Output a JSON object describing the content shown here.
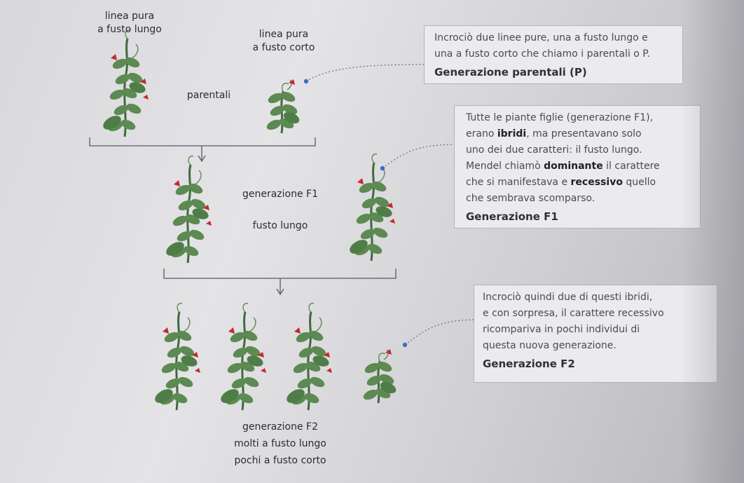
{
  "labels": {
    "linea_pura_1": "linea pura",
    "a_fusto_lungo": "a fusto lungo",
    "linea_pura_2": "linea pura",
    "a_fusto_corto": "a fusto corto",
    "parentali": "parentali",
    "generazione_f1": "generazione F1",
    "fusto_lungo": "fusto lungo",
    "generazione_f2": "generazione F2",
    "molti": "molti a fusto lungo",
    "pochi": "pochi a fusto corto"
  },
  "box_p": {
    "line1": "Incrociò due linee pure, una a fusto lungo e",
    "line2": "una a fusto corto che chiamo i parentali o P.",
    "title": "Generazione parentali (P)"
  },
  "box_f1": {
    "line1": "Tutte le piante figlie (generazione F1),",
    "line2_a": "erano ",
    "line2_b": "ibridi",
    "line2_c": ", ma presentavano solo",
    "line3": "uno dei due caratteri: il fusto lungo.",
    "line4_a": "Mendel chiamò ",
    "line4_b": "dominante",
    "line4_c": " il carattere",
    "line5_a": "che si manifestava e ",
    "line5_b": "recessivo",
    "line5_c": " quello",
    "line6": "che sembrava scomparso.",
    "title": "Generazione F1"
  },
  "box_f2": {
    "line1": "Incrociò quindi due di questi ibridi,",
    "line2": "e con sorpresa, il carattere recessivo",
    "line3": "ricompariva in pochi individui di",
    "line4": "questa nuova generazione.",
    "title": "Generazione F2"
  },
  "colors": {
    "leaf": "#5c8a52",
    "leaf_dark": "#3f6b3c",
    "flower": "#c42a2a",
    "dot": "#3a6fc4"
  },
  "plants": {
    "tall": "tall-pea-plant",
    "short": "short-pea-plant"
  }
}
